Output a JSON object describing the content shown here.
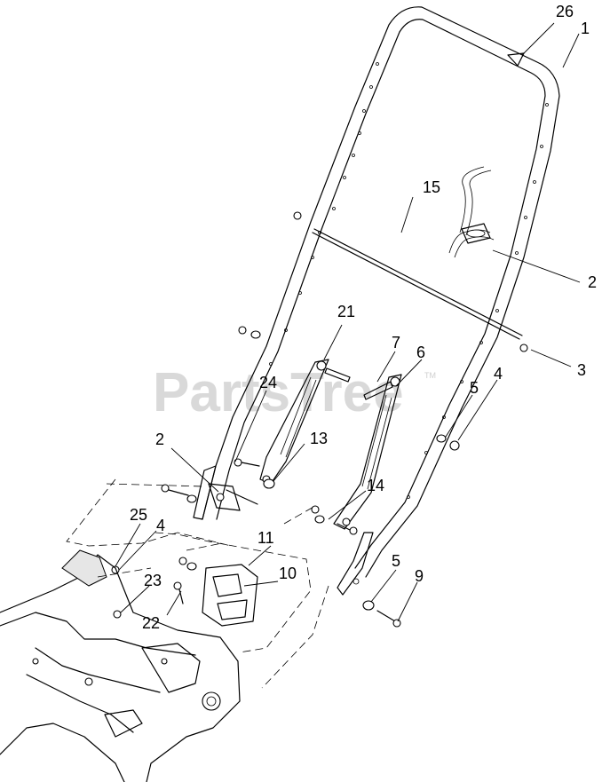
{
  "watermark": {
    "text": "PartsTree",
    "trademark": "TM"
  },
  "callouts": [
    {
      "id": "c1",
      "label": "1"
    },
    {
      "id": "c26",
      "label": "26"
    },
    {
      "id": "c15",
      "label": "15"
    },
    {
      "id": "c2a",
      "label": "2"
    },
    {
      "id": "c3",
      "label": "3"
    },
    {
      "id": "c21",
      "label": "21"
    },
    {
      "id": "c7",
      "label": "7"
    },
    {
      "id": "c6",
      "label": "6"
    },
    {
      "id": "c5a",
      "label": "5"
    },
    {
      "id": "c4a",
      "label": "4"
    },
    {
      "id": "c24",
      "label": "24"
    },
    {
      "id": "c13",
      "label": "13"
    },
    {
      "id": "c2b",
      "label": "2"
    },
    {
      "id": "c14",
      "label": "14"
    },
    {
      "id": "c25",
      "label": "25"
    },
    {
      "id": "c4b",
      "label": "4"
    },
    {
      "id": "c11",
      "label": "11"
    },
    {
      "id": "c10",
      "label": "10"
    },
    {
      "id": "c23",
      "label": "23"
    },
    {
      "id": "c5b",
      "label": "5"
    },
    {
      "id": "c9",
      "label": "9"
    },
    {
      "id": "c22",
      "label": "22"
    }
  ]
}
